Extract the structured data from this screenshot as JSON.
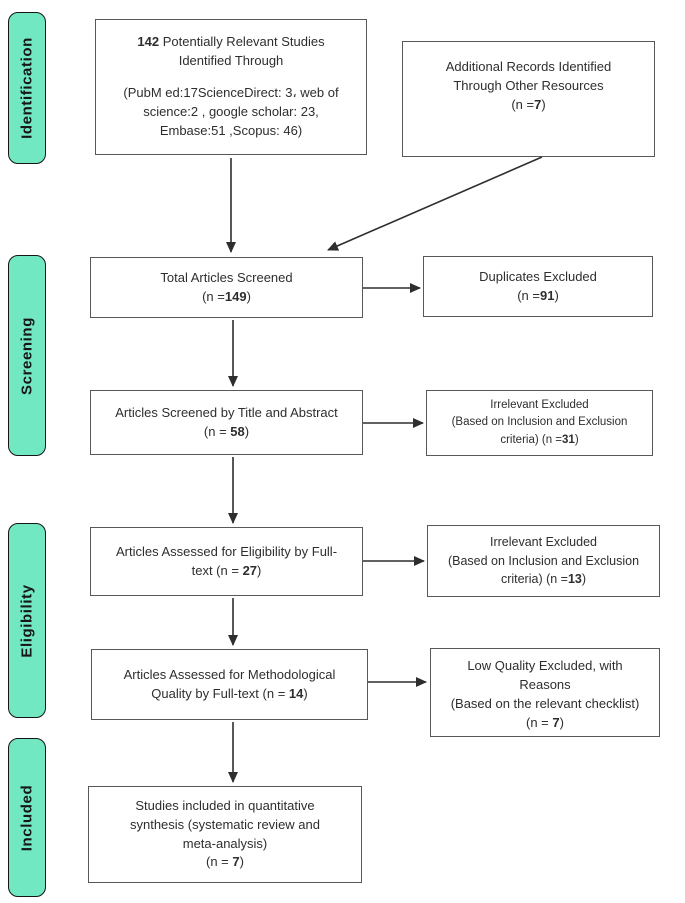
{
  "colors": {
    "stage_fill": "#72E8C2",
    "stage_border": "#151515",
    "box_border": "#585858",
    "arrow": "#2e2e2e"
  },
  "sidebar": {
    "stages": [
      {
        "label": "Identification"
      },
      {
        "label": "Screening"
      },
      {
        "label": "Eligibility"
      },
      {
        "label": "Included"
      }
    ]
  },
  "boxes": {
    "identified": {
      "count": "142",
      "title_rest": " Potentially Relevant Studies",
      "title_line2": "Identified Through",
      "sources_line1": "(PubM ed:17ScienceDirect: 3، web of",
      "sources_line2": "science:2 , google scholar: 23,",
      "sources_line3": "Embase:51 ,Scopus: 46)"
    },
    "additional": {
      "line1": "Additional Records Identified",
      "line2": "Through Other Resources",
      "n_prefix": "(n =",
      "n": "7",
      "n_suffix": ")"
    },
    "total_screened": {
      "line1": "Total Articles Screened",
      "n_prefix": "(n =",
      "n": "149",
      "n_suffix": ")"
    },
    "duplicates": {
      "line1": "Duplicates Excluded",
      "n_prefix": "(n =",
      "n": "91",
      "n_suffix": ")"
    },
    "title_abstract": {
      "line1": "Articles Screened by Title and Abstract",
      "n_prefix": "(n = ",
      "n": "58",
      "n_suffix": ")"
    },
    "irrelevant_1": {
      "line1": "Irrelevant Excluded",
      "line2": "(Based on Inclusion and Exclusion",
      "line3_prefix": "criteria)  (n =",
      "n": "31",
      "n_suffix": ")"
    },
    "eligibility": {
      "line1": "Articles Assessed for Eligibility by Full-",
      "line2_prefix": "text (n = ",
      "n": "27",
      "n_suffix": ")"
    },
    "irrelevant_2": {
      "line1": "Irrelevant Excluded",
      "line2": "(Based on Inclusion and Exclusion",
      "line3_prefix": "criteria) (n =",
      "n": "13",
      "n_suffix": ")"
    },
    "methodological": {
      "line1": "Articles Assessed for Methodological",
      "line2_prefix": "Quality by Full-text (n = ",
      "n": "14",
      "n_suffix": ")"
    },
    "low_quality": {
      "line1": "Low Quality Excluded, with",
      "line2": "Reasons",
      "line3": "(Based on the relevant checklist)",
      "n_prefix": "(n = ",
      "n": "7",
      "n_suffix": ")"
    },
    "included_quant": {
      "line1": "Studies included in quantitative",
      "line2": "synthesis (systematic review and",
      "line3": "meta-analysis)",
      "n_prefix": "(n = ",
      "n": "7",
      "n_suffix": ")"
    }
  }
}
